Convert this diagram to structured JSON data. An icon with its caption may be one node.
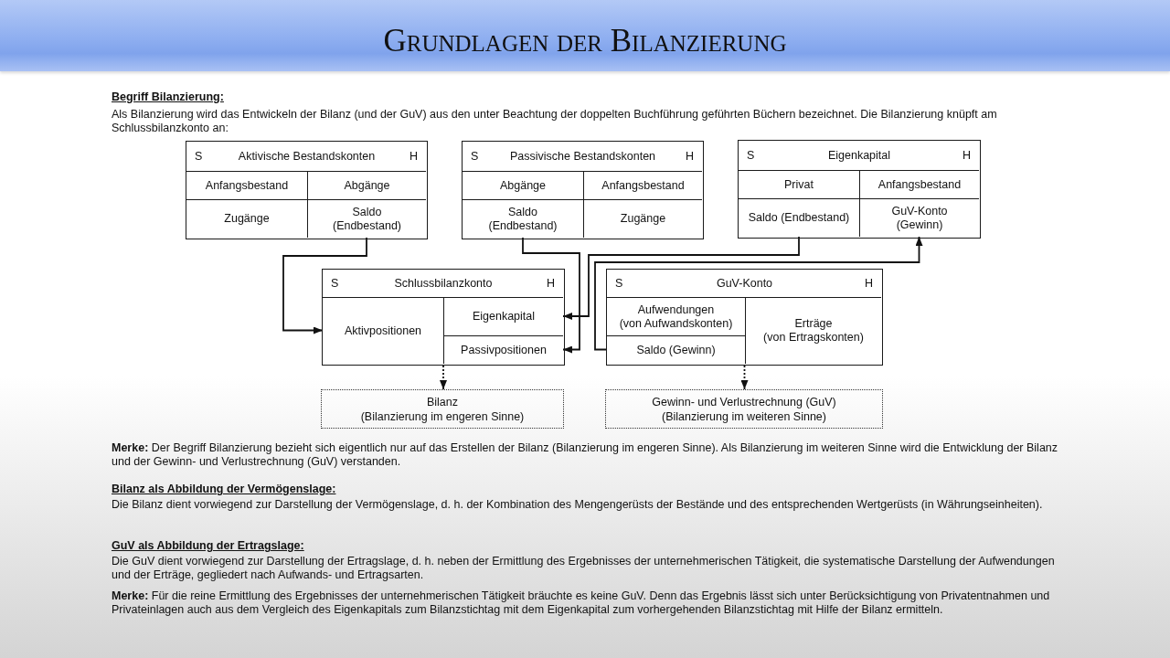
{
  "diagram": {
    "title": "Grundlagen der Bilanzierung",
    "nodes": [
      {
        "text": [
          "S",
          "Aktivische Bestandskonten",
          "H"
        ]
      },
      {
        "text": [
          "Anfangsbestand"
        ],
        "in": 0
      },
      {
        "text": [
          "Abgänge"
        ],
        "in": 0
      },
      {
        "text": [
          "Zugänge"
        ],
        "in": 0
      },
      {
        "text": [
          "Saldo (Endbestand)"
        ],
        "in": 0
      },
      {
        "text": [
          "S",
          "Passivische Bestandskonten",
          "H"
        ]
      },
      {
        "text": [
          "Abgänge"
        ],
        "in": 5
      },
      {
        "text": [
          "Anfangsbestand"
        ],
        "in": 5
      },
      {
        "text": [
          "Saldo (Endbestand)"
        ],
        "in": 5
      },
      {
        "text": [
          "Zugänge"
        ],
        "in": 5
      },
      {
        "text": [
          "S",
          "Eigenkapital",
          "H"
        ]
      },
      {
        "text": [
          "Privat"
        ],
        "in": 10
      },
      {
        "text": [
          "Anfangsbestand"
        ],
        "in": 10
      },
      {
        "text": [
          "Saldo (Endbestand)"
        ],
        "in": 10
      },
      {
        "text": [
          "GuV-Konto (Gewinn)"
        ],
        "in": 10
      },
      {
        "text": [
          "S",
          "Schlussbilanzkonto",
          "H"
        ]
      },
      {
        "text": [
          "Aktivpositionen"
        ],
        "in": 15
      },
      {
        "text": [
          "Eigenkapital"
        ],
        "in": 15
      },
      {
        "text": [
          "Passivpositionen"
        ],
        "in": 15
      },
      {
        "text": [
          "S",
          "GuV-Konto",
          "H"
        ]
      },
      {
        "text": [
          "Aufwendungen (von Aufwandskonten)"
        ],
        "in": 19
      },
      {
        "text": [
          "Saldo (Gewinn)"
        ],
        "in": 19
      },
      {
        "text": [
          "Erträge (von Ertragskonten)"
        ],
        "in": 19
      },
      {
        "text": [
          "Bilanz (Bilanzierung im engeren Sinne)"
        ]
      },
      {
        "text": [
          "Gewinn- und Verlustrechnung (GuV) (Bilanzierung im weiteren Sinne)"
        ]
      }
    ],
    "edges": [
      {
        "from": 4,
        "to": 16,
        "arrow": "to"
      },
      {
        "from": 8,
        "to": 18,
        "arrow": "to"
      },
      {
        "from": 13,
        "to": 17,
        "arrow": "to"
      },
      {
        "from": 21,
        "to": 14,
        "arrow": "to"
      },
      {
        "from": 15,
        "to": 23,
        "arrow": "to",
        "style": "dashed"
      },
      {
        "from": 19,
        "to": 24,
        "arrow": "to",
        "style": "dashed"
      }
    ],
    "labels": [
      "Begriff Bilanzierung:",
      "Als Bilanzierung wird das Entwickeln der Bilanz (und der GuV) aus den unter Beachtung der doppelten Buchführung geführten Büchern bezeichnet. Die Bilanzierung knüpft am Schlussbilanzkonto an:",
      "**Merke:** Der Begriff Bilanzierung bezieht sich eigentlich nur auf das Erstellen der Bilanz (Bilanzierung im engeren Sinne). Als Bilanzierung im weiteren Sinne wird die Entwicklung der Bilanz und der Gewinn- und Verlustrechnung (GuV) verstanden.",
      "Bilanz als Abbildung der Vermögenslage:",
      "Die Bilanz dient vorwiegend zur Darstellung der Vermögenslage, d. h. der Kombination des Mengengerüsts der Bestände und des entsprechenden Wertgerüsts (in Währungseinheiten).",
      "GuV als Abbildung der Ertragslage:",
      "Die GuV dient vorwiegend zur Darstellung der Ertragslage, d. h. neben der Ermittlung des Ergebnisses der unternehmerischen Tätigkeit, die systematische Darstellung der Aufwendungen und der Erträge, gegliedert nach Aufwands- und Ertragsarten.",
      "**Merke:** Für die reine Ermittlung des Ergebnisses der unternehmerischen Tätigkeit bräuchte es keine GuV. Denn das Ergebnis lässt sich unter Berücksichtigung von Privatentnahmen und Privateinlagen auch aus dem Vergleich des Eigenkapitals zum Bilanzstichtag mit dem Eigenkapital zum vorhergehenden Bilanzstichtag mit Hilfe der Bilanz ermitteln."
    ]
  }
}
